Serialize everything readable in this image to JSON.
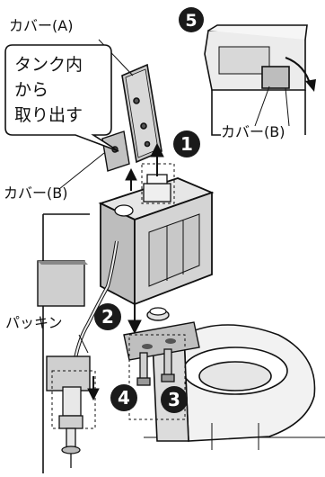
{
  "labels": {
    "cover_a": "カバー(A)",
    "cover_b_left": "カバー(B)",
    "cover_b_inset": "カバー(B)",
    "gasket": "パッキン"
  },
  "callout": {
    "line1": "タンク内",
    "line2": "から",
    "line3": "取り出す"
  },
  "steps": {
    "s1": "1",
    "s2": "2",
    "s3": "3",
    "s4": "4",
    "s5": "5"
  },
  "colors": {
    "line": "#111111",
    "tank_fill": "#d9d9d9",
    "tank_dark": "#a8a8a8",
    "badge": "#1a1a1a",
    "badge_text": "#ffffff",
    "background": "#ffffff"
  }
}
